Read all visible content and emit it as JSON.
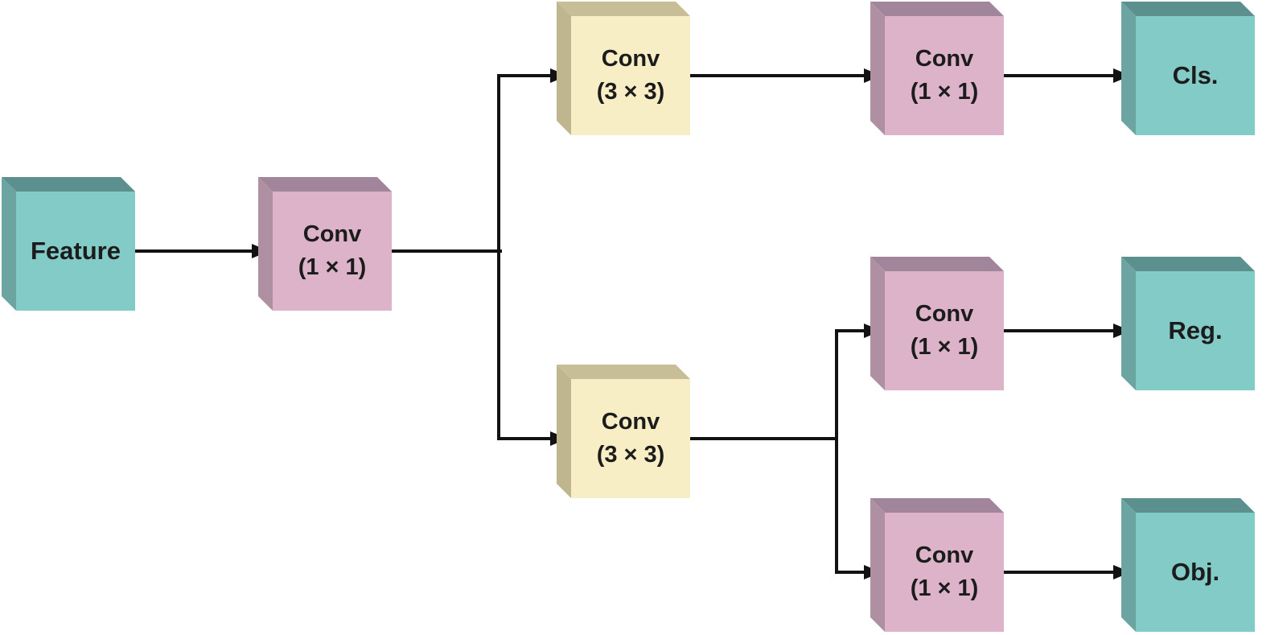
{
  "diagram": {
    "title": "Decoupled detection head diagram",
    "background": "#ffffff",
    "line_color": "#121212",
    "text_color": "#1c1c1c"
  },
  "palette": {
    "teal": {
      "front": "#82cbc7",
      "top": "#5c908e",
      "left": "#6ba4a1"
    },
    "pink": {
      "front": "#dcb3c8",
      "top": "#a1859a",
      "left": "#af90a3"
    },
    "yellow": {
      "front": "#f8eec5",
      "top": "#c7bd96",
      "left": "#bfb58e"
    }
  },
  "nodes": {
    "feature": {
      "label": "Feature",
      "color": "teal"
    },
    "conv1_stem": {
      "line1": "Conv",
      "line2": "(1 × 1)",
      "color": "pink"
    },
    "conv3_cls": {
      "line1": "Conv",
      "line2": "(3 × 3)",
      "color": "yellow"
    },
    "conv1_cls": {
      "line1": "Conv",
      "line2": "(1 × 1)",
      "color": "pink"
    },
    "cls": {
      "label": "Cls.",
      "color": "teal"
    },
    "conv3_regobj": {
      "line1": "Conv",
      "line2": "(3 × 3)",
      "color": "yellow"
    },
    "conv1_reg": {
      "line1": "Conv",
      "line2": "(1 × 1)",
      "color": "pink"
    },
    "reg": {
      "label": "Reg.",
      "color": "teal"
    },
    "conv1_obj": {
      "line1": "Conv",
      "line2": "(1 × 1)",
      "color": "pink"
    },
    "obj": {
      "label": "Obj.",
      "color": "teal"
    }
  },
  "edges": [
    {
      "from": "feature",
      "to": "conv1_stem",
      "arrow": true
    },
    {
      "from": "conv1_stem",
      "to": "split1",
      "arrow": false
    },
    {
      "from": "split1",
      "to": "conv3_cls",
      "arrow": true
    },
    {
      "from": "split1",
      "to": "conv3_regobj",
      "arrow": true
    },
    {
      "from": "conv3_cls",
      "to": "conv1_cls",
      "arrow": true
    },
    {
      "from": "conv1_cls",
      "to": "cls",
      "arrow": true
    },
    {
      "from": "conv3_regobj",
      "to": "split2",
      "arrow": false
    },
    {
      "from": "split2",
      "to": "conv1_reg",
      "arrow": true
    },
    {
      "from": "split2",
      "to": "conv1_obj",
      "arrow": true
    },
    {
      "from": "conv1_reg",
      "to": "reg",
      "arrow": true
    },
    {
      "from": "conv1_obj",
      "to": "obj",
      "arrow": true
    }
  ]
}
